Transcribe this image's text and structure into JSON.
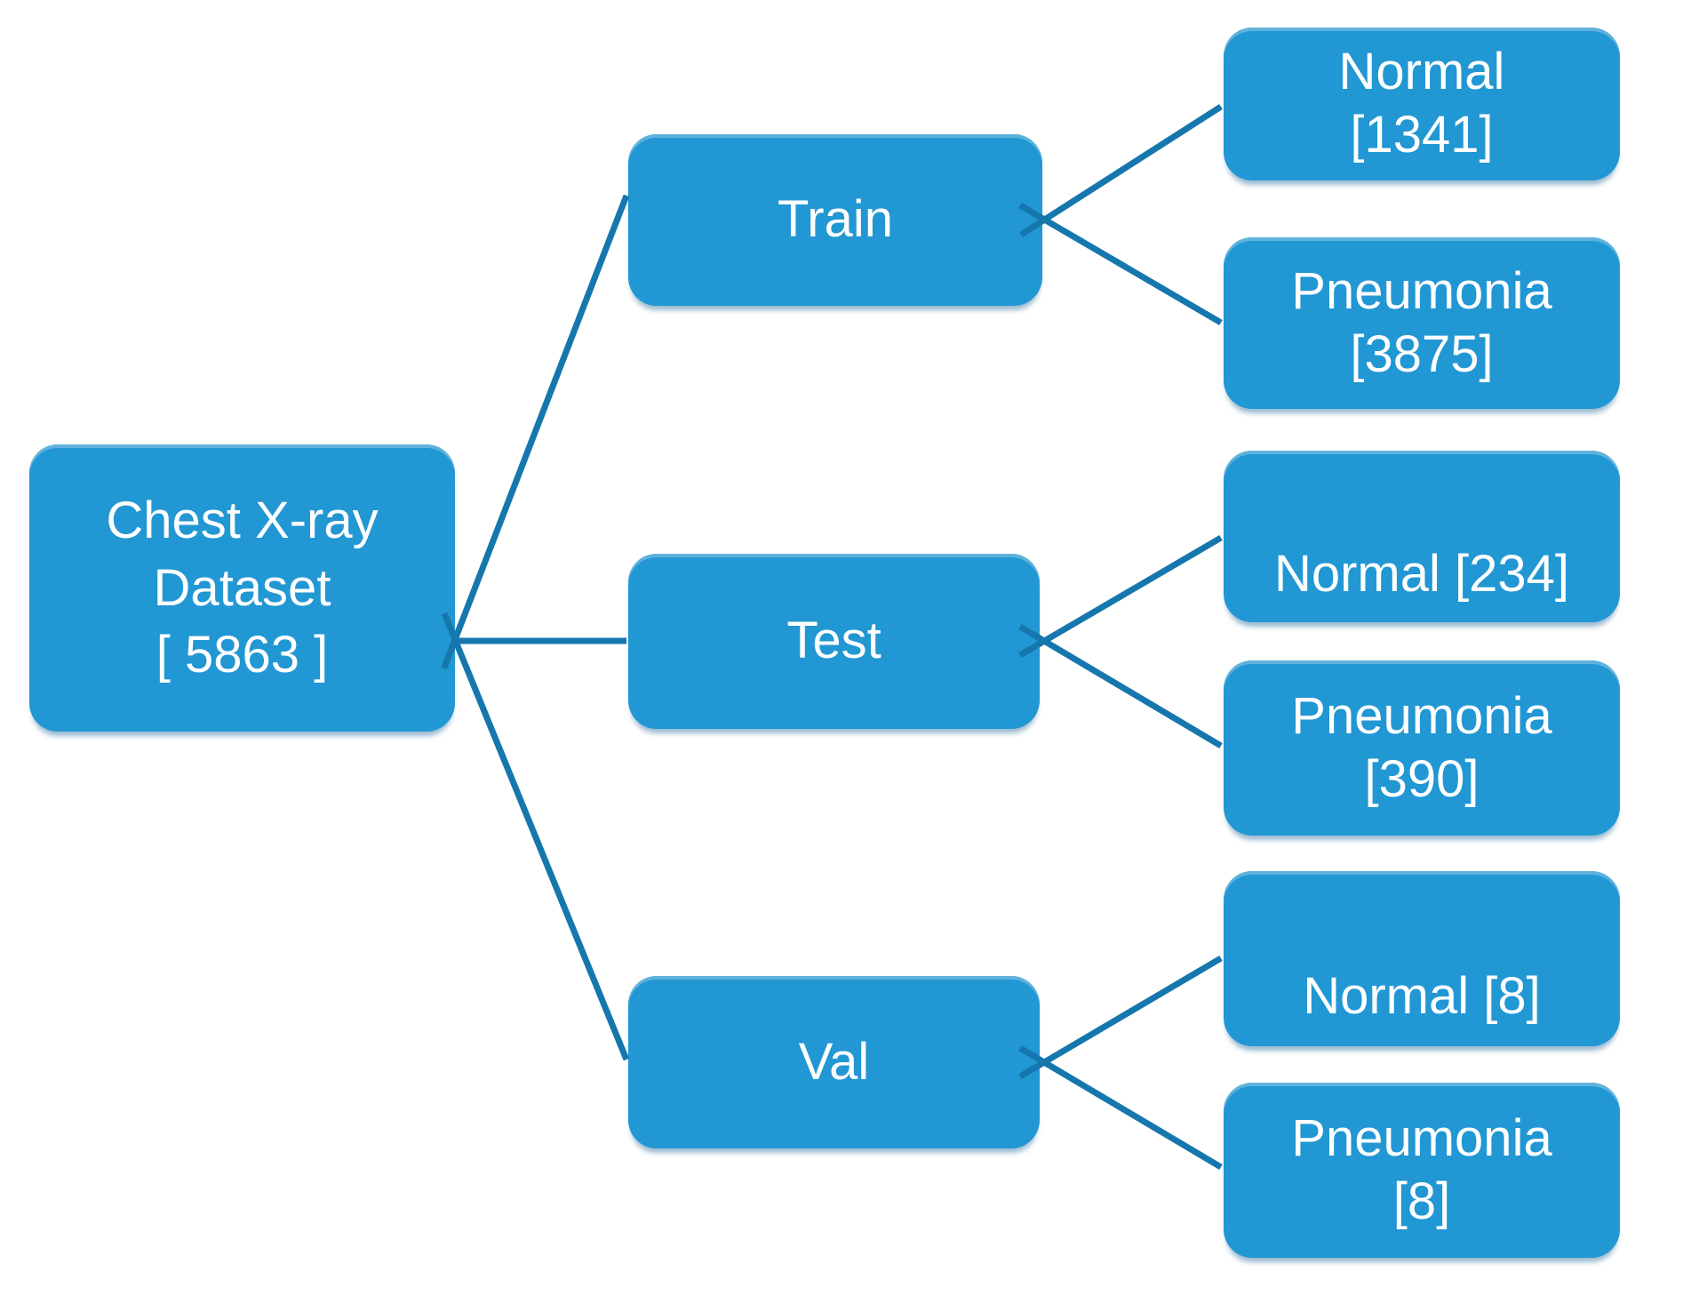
{
  "tree": {
    "root": {
      "label": "Chest X-ray Dataset",
      "count": "[ 5863 ]"
    },
    "splits": [
      {
        "label": "Train",
        "children": [
          {
            "label": "Normal",
            "count": "[1341]"
          },
          {
            "label": "Pneumonia",
            "count": "[3875]"
          }
        ]
      },
      {
        "label": "Test",
        "children": [
          {
            "label": "Normal",
            "count": "[234]"
          },
          {
            "label": "Pneumonia",
            "count": "[390]"
          }
        ]
      },
      {
        "label": "Val",
        "children": [
          {
            "label": "Normal",
            "count": "[8]"
          },
          {
            "label": "Pneumonia",
            "count": "[8]"
          }
        ]
      }
    ]
  },
  "colors": {
    "node_fill": "#2197d3",
    "node_highlight": "#5fb2dc",
    "connector": "#1577ad",
    "text": "#ffffff",
    "background": "#ffffff"
  }
}
